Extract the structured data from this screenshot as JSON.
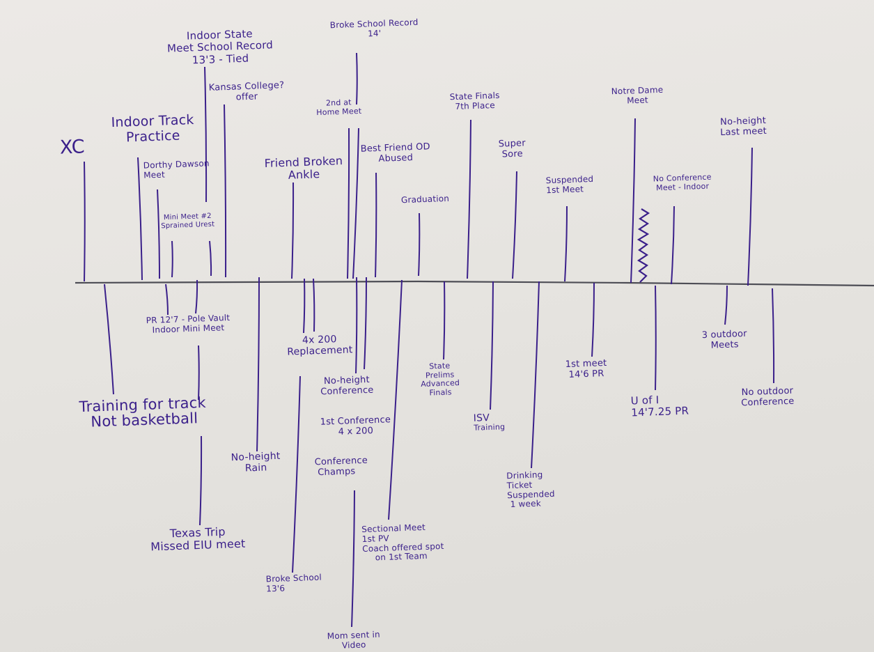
{
  "timeline": {
    "above_events": [
      {
        "id": "xc",
        "lines": [
          "XC"
        ]
      },
      {
        "id": "indoor-track-practice",
        "lines": [
          "Indoor Track",
          "Practice"
        ]
      },
      {
        "id": "dorothy-dawson-meet",
        "lines": [
          "Dorthy Dawson",
          "Meet"
        ]
      },
      {
        "id": "mini-meet-2",
        "lines": [
          "Mini Meet #2",
          "Sprained Urest"
        ]
      },
      {
        "id": "indoor-state-record",
        "lines": [
          "Indoor State",
          "Meet School Record",
          "13'3 - Tied"
        ]
      },
      {
        "id": "kansas-college-offer",
        "lines": [
          "Kansas College?",
          "offer"
        ]
      },
      {
        "id": "friend-broken-ankle",
        "lines": [
          "Friend Broken",
          "Ankle"
        ]
      },
      {
        "id": "broke-school-record-14",
        "lines": [
          "Broke School Record",
          "14'"
        ]
      },
      {
        "id": "second-home-meet",
        "lines": [
          "2nd at",
          "Home Meet"
        ]
      },
      {
        "id": "best-friend-od",
        "lines": [
          "Best Friend OD",
          "Abused"
        ]
      },
      {
        "id": "graduation",
        "lines": [
          "Graduation"
        ]
      },
      {
        "id": "state-finals",
        "lines": [
          "State Finals",
          "7th Place"
        ]
      },
      {
        "id": "super-sore",
        "lines": [
          "Super",
          "Sore"
        ]
      },
      {
        "id": "suspended-1st-meet",
        "lines": [
          "Suspended",
          "1st Meet"
        ]
      },
      {
        "id": "notre-dame-meet",
        "lines": [
          "Notre Dame",
          "Meet"
        ]
      },
      {
        "id": "no-conference-indoor",
        "lines": [
          "No Conference",
          "Meet - Indoor"
        ]
      },
      {
        "id": "no-height-last-meet",
        "lines": [
          "No-height",
          "Last meet"
        ]
      }
    ],
    "below_events": [
      {
        "id": "training-for-track",
        "lines": [
          "Training for track",
          "Not basketball"
        ]
      },
      {
        "id": "pr-12-7",
        "lines": [
          "PR 12'7 - Pole Vault",
          "Indoor Mini Meet"
        ]
      },
      {
        "id": "texas-trip",
        "lines": [
          "Texas Trip",
          "Missed EIU meet"
        ]
      },
      {
        "id": "no-height-rain",
        "lines": [
          "No-height",
          "Rain"
        ]
      },
      {
        "id": "4x200-replacement",
        "lines": [
          "4x 200",
          "Replacement"
        ]
      },
      {
        "id": "broke-school-13-6",
        "lines": [
          "Broke School",
          "13'6"
        ]
      },
      {
        "id": "no-height-conference",
        "lines": [
          "No-height",
          "Conference"
        ]
      },
      {
        "id": "first-conference-4x200",
        "lines": [
          "1st Conference",
          "4 x 200"
        ]
      },
      {
        "id": "conference-champs",
        "lines": [
          "Conference",
          "Champs"
        ]
      },
      {
        "id": "mom-sent-video",
        "lines": [
          "Mom sent in",
          "Video"
        ]
      },
      {
        "id": "sectional-meet",
        "lines": [
          "Sectional Meet",
          "1st PV",
          "Coach offered spot",
          "on 1st Team"
        ]
      },
      {
        "id": "state-prelims",
        "lines": [
          "State",
          "Prelims",
          "Advanced",
          "Finals"
        ]
      },
      {
        "id": "isv-training",
        "lines": [
          "ISV",
          "Training"
        ]
      },
      {
        "id": "drinking-ticket",
        "lines": [
          "Drinking",
          "Ticket",
          "Suspended",
          "1 week"
        ]
      },
      {
        "id": "first-meet-14-6",
        "lines": [
          "1st meet",
          "14'6 PR"
        ]
      },
      {
        "id": "u-of-i",
        "lines": [
          "U of I",
          "14'7.25 PR"
        ]
      },
      {
        "id": "3-outdoor-meets",
        "lines": [
          "3 outdoor",
          "Meets"
        ]
      },
      {
        "id": "no-outdoor-conference",
        "lines": [
          "No outdoor",
          "Conference"
        ]
      }
    ]
  },
  "colors": {
    "ink": "#3a1f8a",
    "axis": "#4a4a52",
    "paper": "#e9e7e3"
  }
}
